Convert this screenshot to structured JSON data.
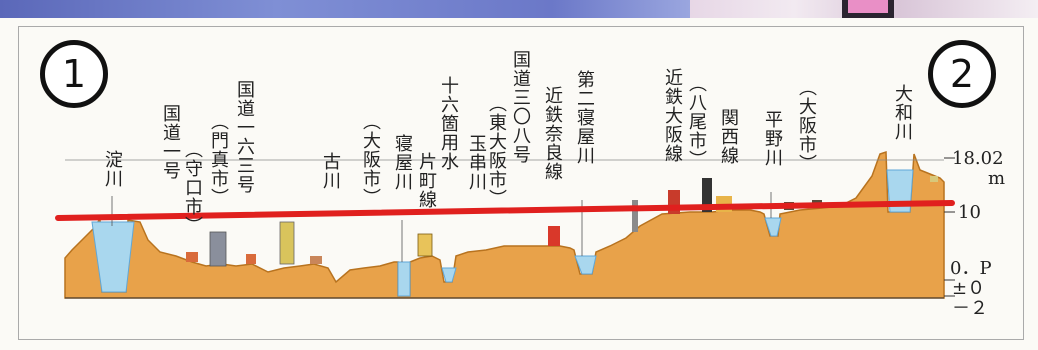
{
  "markers": {
    "start": "1",
    "end": "2"
  },
  "labels": {
    "yodogawa": "淀川",
    "kokudo1": "国道一号",
    "moriguchi": "（守口市）",
    "kokudo163": "国道一六三号",
    "kadoma": "（門真市）",
    "furukawa": "古川",
    "osaka_city_1": "（大阪市）",
    "neyagawa": "寝屋川",
    "juroku": "十六箇用水",
    "katamachi": "片町線",
    "tamakushi": "玉串川",
    "kokudo308": "国道三〇八号",
    "higashiosaka": "（東大阪市）",
    "kintetsu_nara": "近鉄奈良線",
    "dai2neyagawa": "第二寝屋川",
    "kintetsu_osaka": "近鉄大阪線",
    "yao": "（八尾市）",
    "kansai": "関西線",
    "hirano": "平野川",
    "osaka_city_2": "（大阪市）",
    "yamato": "大和川"
  },
  "scale": {
    "top_value": "18.02",
    "top_unit": "m",
    "mid_value": "10",
    "op": "0．P",
    "pm0": "±０",
    "minus2": "－２"
  },
  "colors": {
    "ground": "#e8a24a",
    "ground_dark": "#c97a2a",
    "water": "#a9d7ee",
    "water_dark": "#5fa7d8",
    "line": "#e0201e",
    "frame": "#222222"
  }
}
